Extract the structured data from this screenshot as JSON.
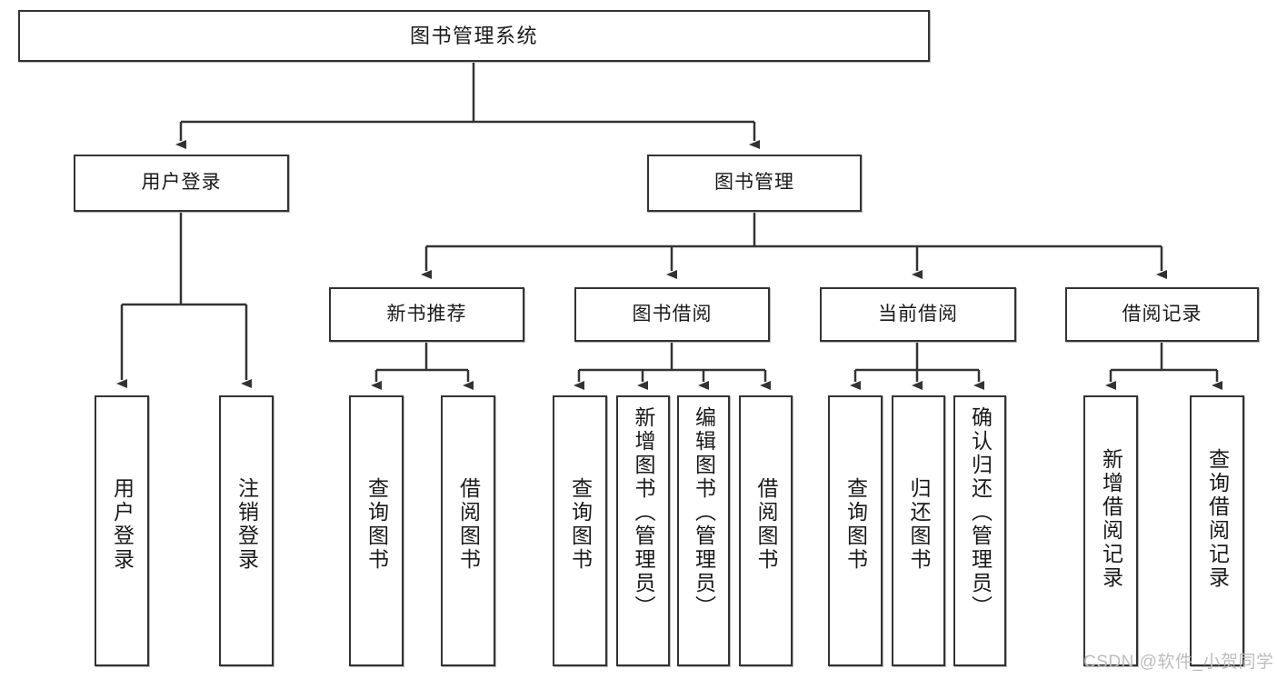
{
  "diagram": {
    "title": "图书管理系统",
    "type": "tree-hierarchy-chart",
    "root": {
      "label": "图书管理系统"
    },
    "level1": [
      {
        "label": "用户登录"
      },
      {
        "label": "图书管理"
      }
    ],
    "level2": [
      {
        "label": "新书推荐"
      },
      {
        "label": "图书借阅"
      },
      {
        "label": "当前借阅"
      },
      {
        "label": "借阅记录"
      }
    ],
    "leaves": {
      "user_login": [
        {
          "label": "用户登录"
        },
        {
          "label": "注销登录"
        }
      ],
      "new_book_recommend": [
        {
          "label": "查询图书"
        },
        {
          "label": "借阅图书"
        }
      ],
      "book_borrow": [
        {
          "label": "查询图书"
        },
        {
          "label": "新增图书（管理员）"
        },
        {
          "label": "编辑图书（管理员）"
        },
        {
          "label": "借阅图书"
        }
      ],
      "current_borrow": [
        {
          "label": "查询图书"
        },
        {
          "label": "归还图书"
        },
        {
          "label": "确认归还（管理员）"
        }
      ],
      "borrow_record": [
        {
          "label": "新增借阅记录"
        },
        {
          "label": "查询借阅记录"
        }
      ]
    }
  },
  "watermark": {
    "text": "CSDN @软件_小贺同学"
  },
  "colors": {
    "border": "#333333",
    "background": "#ffffff",
    "text": "#1a1a1a",
    "watermark": "#bdbdbd"
  }
}
